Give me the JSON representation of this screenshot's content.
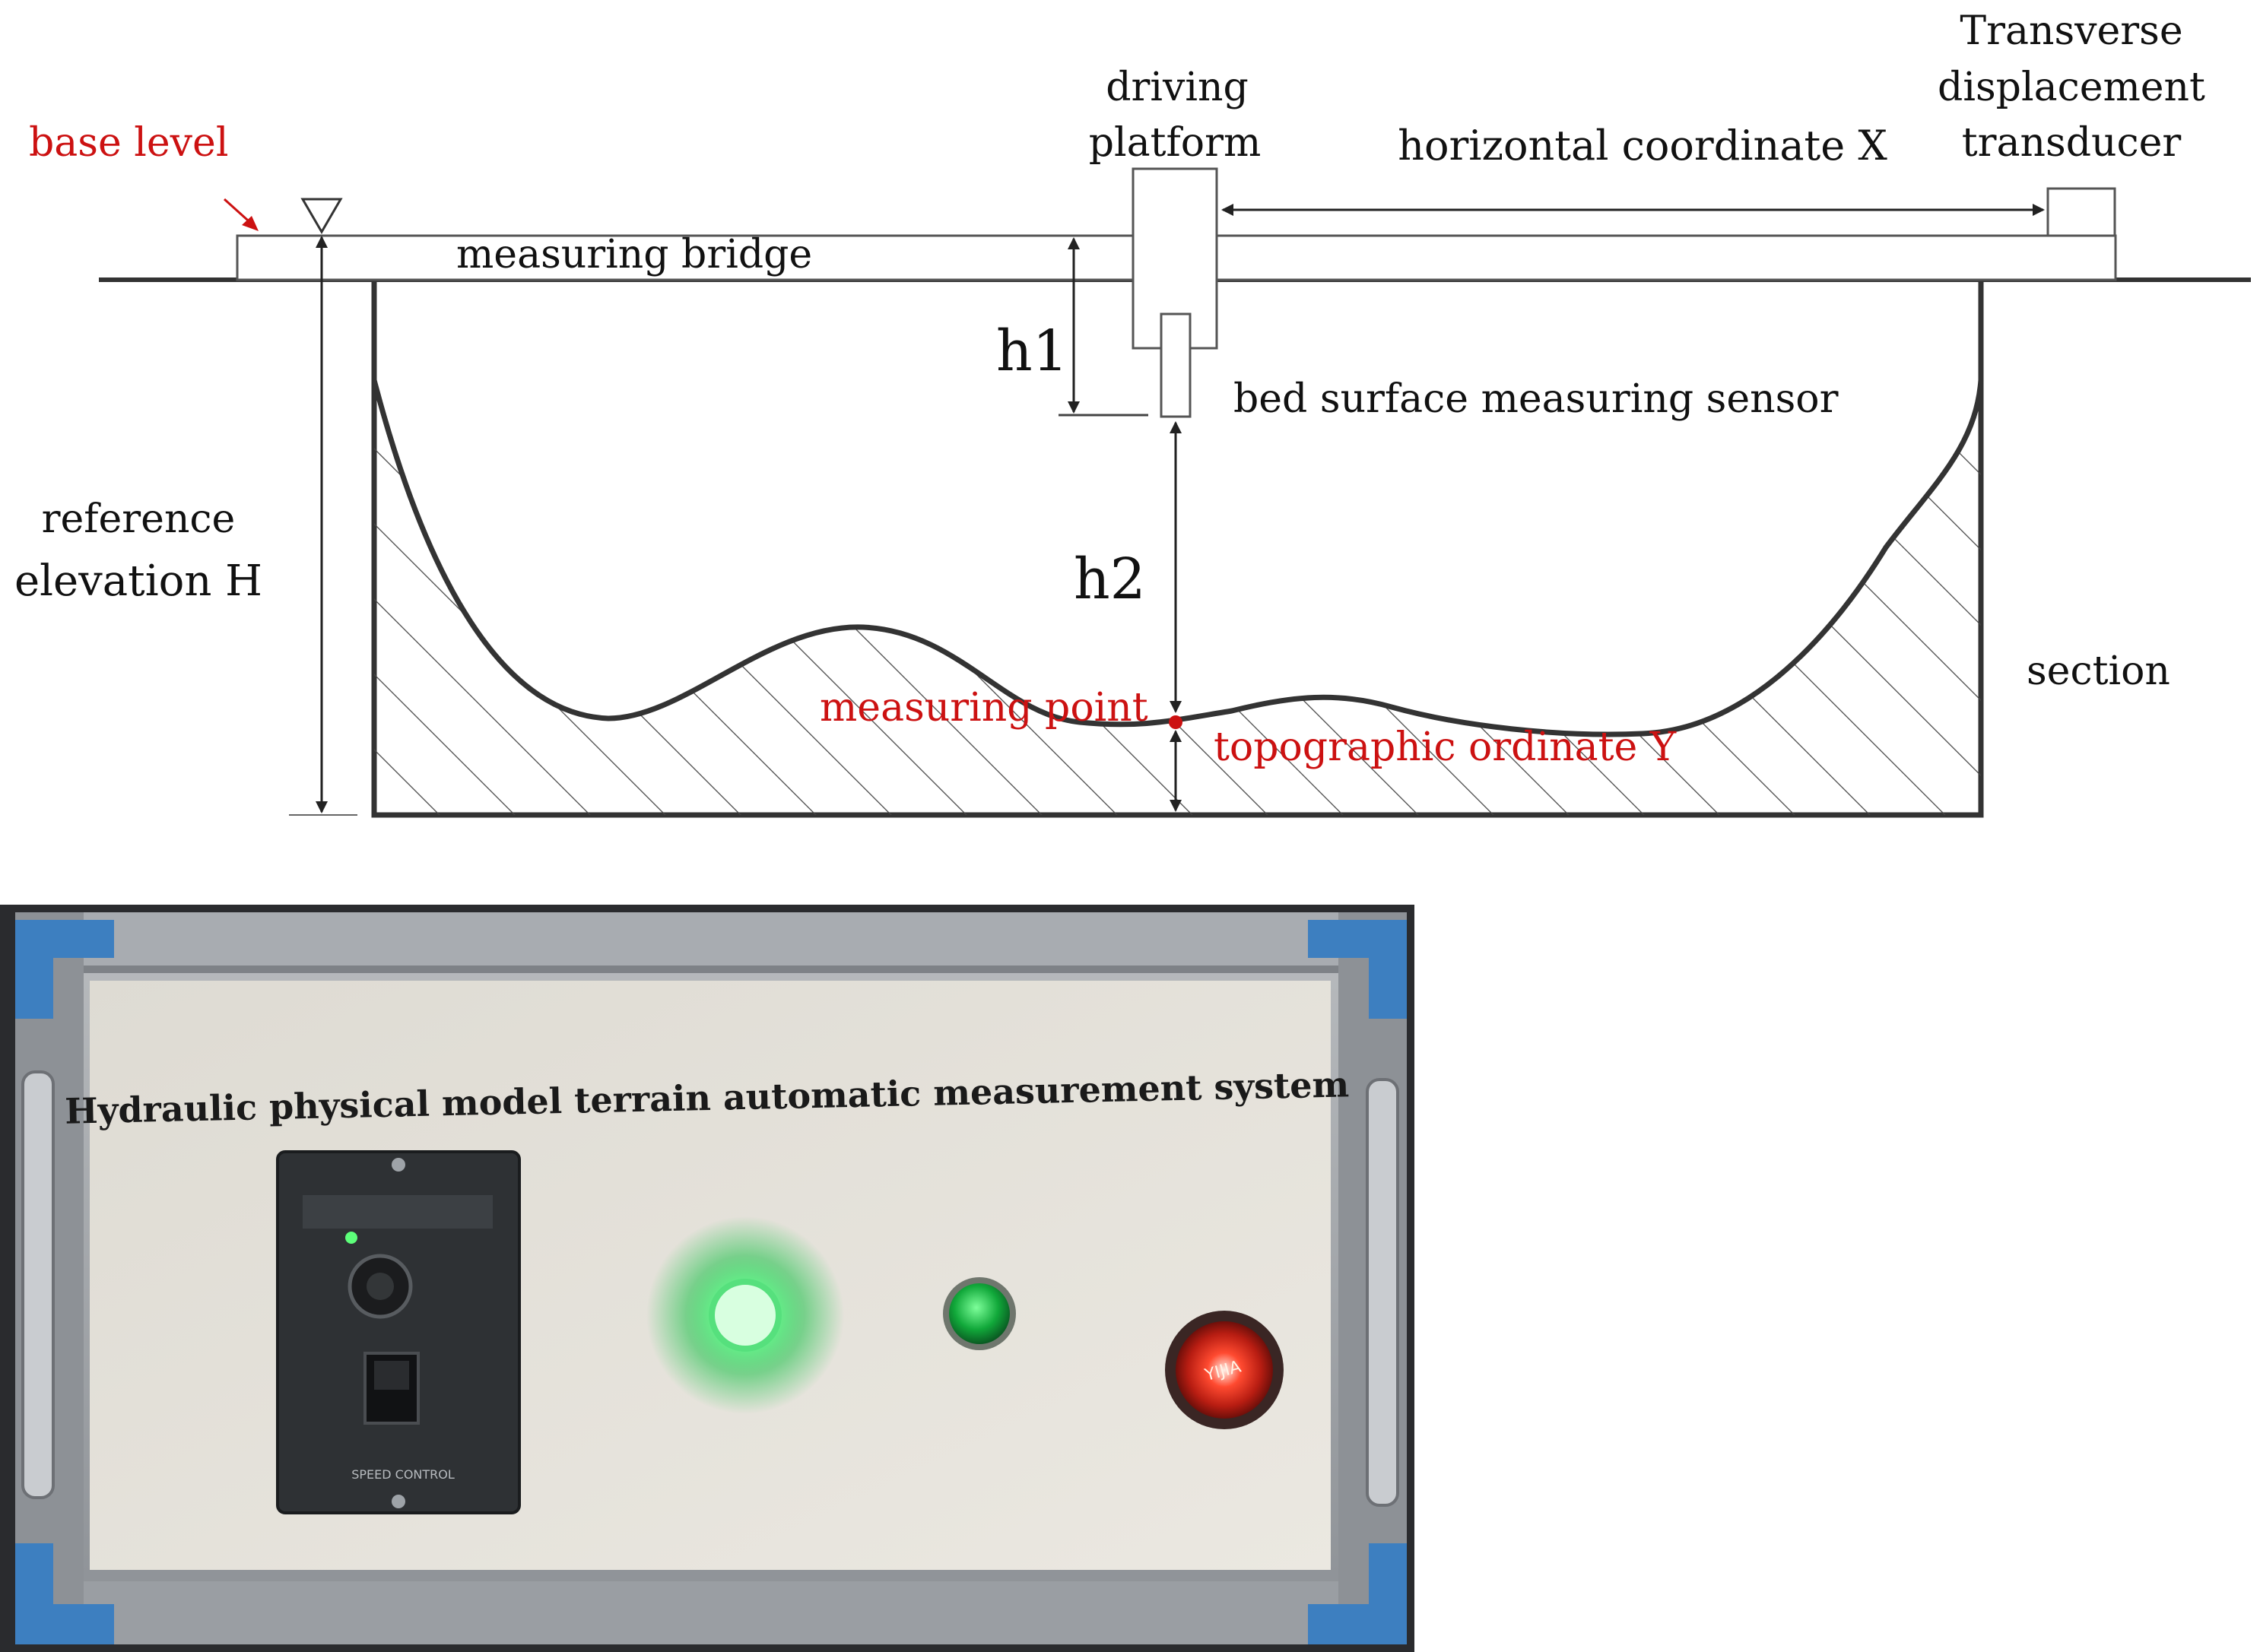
{
  "labels": {
    "base_level": "base level",
    "driving_platform_1": "driving",
    "driving_platform_2": "platform",
    "horizontal_coordinate": "horizontal coordinate X",
    "transducer_1": "Transverse",
    "transducer_2": "displacement",
    "transducer_3": "transducer",
    "measuring_bridge": "measuring bridge",
    "h1": "h1",
    "bed_sensor": "bed surface measuring sensor",
    "reference_1": "reference",
    "reference_2": "elevation H",
    "h2": "h2",
    "section": "section",
    "measuring_point": "measuring point",
    "topographic_ordinate": "topographic ordinate Y"
  },
  "panel": {
    "title": "Hydraulic physical model terrain automatic measurement system",
    "controller_brand": "SPEED CONTROL",
    "lamp_text": "YIJIA"
  },
  "colors": {
    "annotation_red": "#cc1111",
    "line_dark": "#333333",
    "panel_face": "#e6e3dc",
    "frame_blue": "#3d7fc0",
    "lamp_green": "#39ff6a",
    "lamp_red": "#ff3b2b"
  }
}
